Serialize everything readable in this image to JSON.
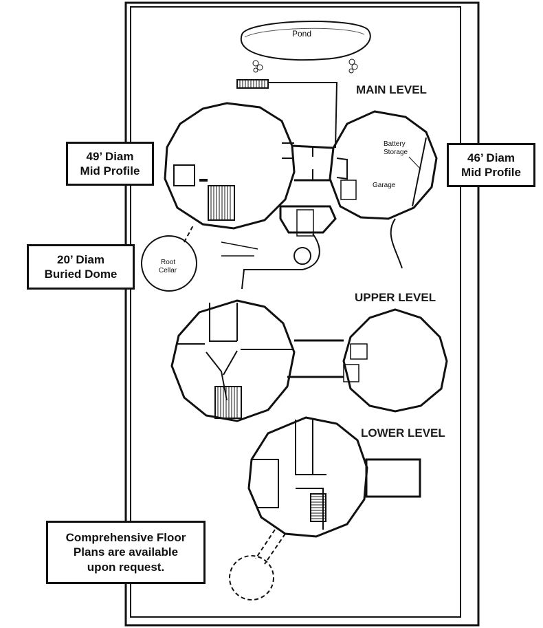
{
  "pond": {
    "label": "Pond"
  },
  "levels": {
    "main": "MAIN LEVEL",
    "upper": "UPPER LEVEL",
    "lower": "LOWER LEVEL"
  },
  "rooms": {
    "battery_line1": "Battery",
    "battery_line2": "Storage",
    "garage": "Garage",
    "root_line1": "Root",
    "root_line2": "Cellar"
  },
  "callouts": {
    "dome49": {
      "line1": "49’ Diam",
      "line2": "Mid Profile"
    },
    "dome46": {
      "line1": "46’ Diam",
      "line2": "Mid Profile"
    },
    "dome20": {
      "line1": "20’ Diam",
      "line2": "Buried Dome"
    },
    "note": {
      "line1": "Comprehensive Floor",
      "line2": "Plans are available",
      "line3": "upon request."
    }
  }
}
